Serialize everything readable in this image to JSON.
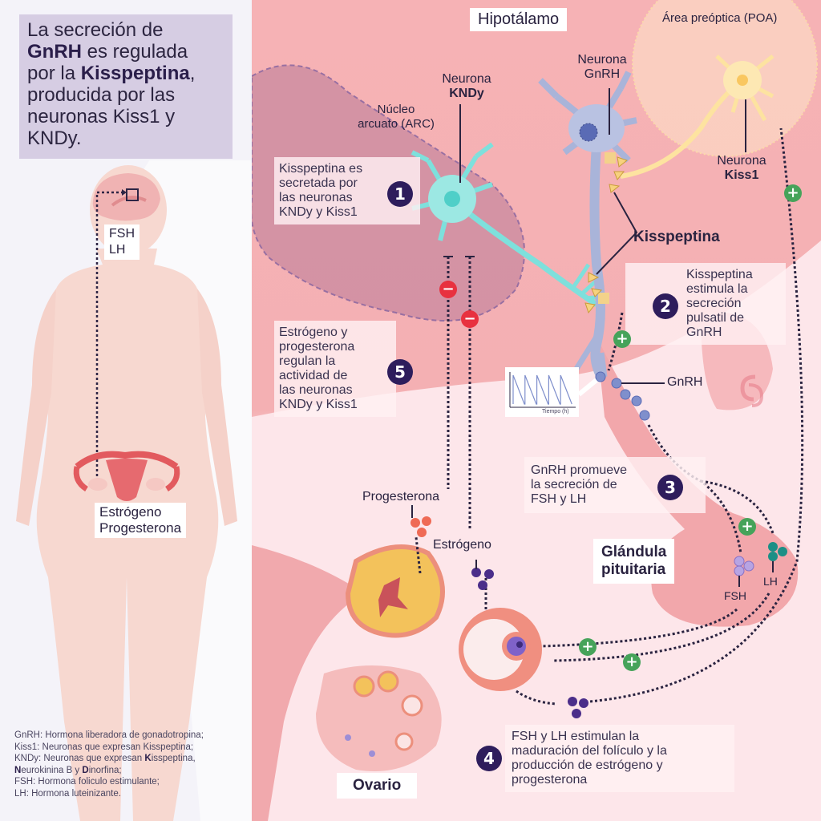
{
  "title": {
    "line1": "La secreción de",
    "gnrh": "GnRH",
    "line2_rest": " es regulada",
    "line3_pre": "por la ",
    "kisspeptina": "Kisspeptina",
    "line3_post": ",",
    "line4": "producida por las",
    "line5": "neuronas Kiss1 y",
    "line6": "KNDy."
  },
  "body_figure": {
    "pituitary_label_1": "FSH",
    "pituitary_label_2": "LH",
    "uterus_label_1": "Estrógeno",
    "uterus_label_2": "Progesterona"
  },
  "glossary": [
    {
      "prefix": "GnRH: Hormona liberadora de gonadotropina;"
    },
    {
      "prefix": "Kiss1: Neuronas que expresan Kisspeptina;"
    },
    {
      "prefix": "KNDy: Neuronas que expresan ",
      "b1": "K",
      "rest1": "isspeptina,"
    },
    {
      "b1": "N",
      "rest1": "eurokinina B y ",
      "b2": "D",
      "rest2": "inorfina;"
    },
    {
      "prefix": "FSH: Hormona foliculo estimulante;"
    },
    {
      "prefix": "LH: Hormona luteinizante."
    }
  ],
  "regions": {
    "hypothalamus": "Hipotálamo",
    "poa": "Área preóptica (POA)",
    "arc_1": "Núcleo",
    "arc_2": "arcuato (ARC)",
    "pituitary_1": "Glándula",
    "pituitary_2": "pituitaria",
    "ovary": "Ovario"
  },
  "neurons": {
    "kndy_1": "Neurona",
    "kndy_2": "KNDy",
    "gnrh_1": "Neurona",
    "gnrh_2": "GnRH",
    "kiss1_1": "Neurona",
    "kiss1_2": "Kiss1"
  },
  "molecules": {
    "kisspeptina": "Kisspeptina",
    "gnrh": "GnRH",
    "fsh": "FSH",
    "lh": "LH",
    "progesterona": "Progesterona",
    "estrogeno": "Estrógeno"
  },
  "pulse_chart": {
    "xlabel": "Tiempo (h)",
    "pulses": 5
  },
  "steps": [
    {
      "num": "1",
      "lines": [
        "Kisspeptina es",
        "secretada por",
        "las neuronas",
        "KNDy y Kiss1"
      ]
    },
    {
      "num": "2",
      "lines": [
        "Kisspeptina",
        "estimula la",
        "secreción",
        "pulsatil de",
        "GnRH"
      ]
    },
    {
      "num": "3",
      "lines": [
        "GnRH promueve",
        "la secreción de",
        "FSH y LH"
      ]
    },
    {
      "num": "4",
      "lines": [
        "FSH y LH estimulan la",
        "maduración del folículo y la",
        "producción de estrógeno y",
        "progesterona"
      ]
    },
    {
      "num": "5",
      "lines": [
        "Estrógeno y",
        "progesterona",
        "regulan la",
        "actividad de",
        "las neuronas",
        "KNDy y Kiss1"
      ]
    }
  ],
  "signs": {
    "plus": "+",
    "minus": "−"
  },
  "colors": {
    "accent_dark": "#2e1d5c",
    "stimulate": "#46a35a",
    "inhibit": "#e8313f",
    "kndy_neuron": "#7ee0dc",
    "gnrh_neuron": "#a9b4d9",
    "kiss1_neuron": "#fde3a0",
    "fsh": "#b7a4e3",
    "lh": "#1c8f86",
    "progesterone": "#ef6a55",
    "estrogen": "#4b2e8a"
  }
}
